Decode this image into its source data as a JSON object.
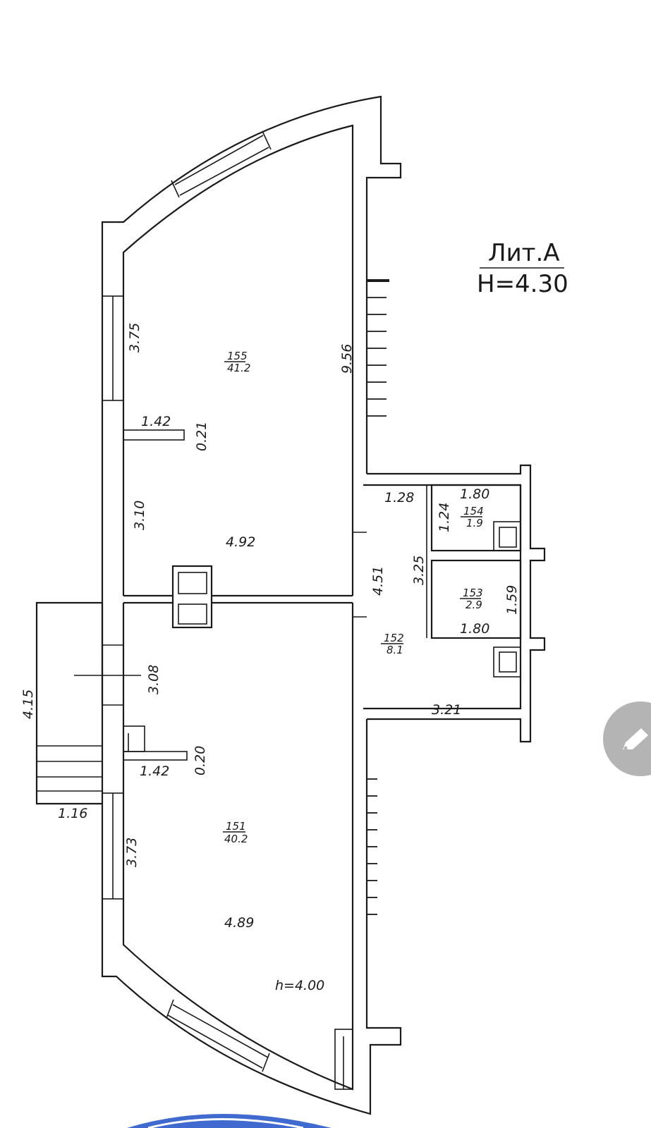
{
  "title": {
    "line1": "Лит.А",
    "line2": "Н=4.30"
  },
  "rooms": [
    {
      "id": "151",
      "number": "151",
      "area": "40.2"
    },
    {
      "id": "152",
      "number": "152",
      "area": "8.1"
    },
    {
      "id": "153",
      "number": "153",
      "area": "2.9"
    },
    {
      "id": "154",
      "number": "154",
      "area": "1.9"
    },
    {
      "id": "155",
      "number": "155",
      "area": "41.2"
    }
  ],
  "dimensions": {
    "d375": "3.75",
    "d142a": "1.42",
    "d021": "0.21",
    "d310": "3.10",
    "d492": "4.92",
    "d956": "9.56",
    "d128": "1.28",
    "d180a": "1.80",
    "d124": "1.24",
    "d325": "3.25",
    "d451": "4.51",
    "d159": "1.59",
    "d180b": "1.80",
    "d308": "3.08",
    "d415": "4.15",
    "d020": "0.20",
    "d142b": "1.42",
    "d116": "1.16",
    "d321": "3.21",
    "d373": "3.73",
    "d489": "4.89",
    "h400": "h=4.00"
  },
  "colors": {
    "line": "#1a1a1a",
    "background": "#ffffff",
    "stamp": "#1e50c8",
    "edit_button": "#b4b4b4"
  },
  "icons": {
    "edit": "pencil-icon"
  }
}
